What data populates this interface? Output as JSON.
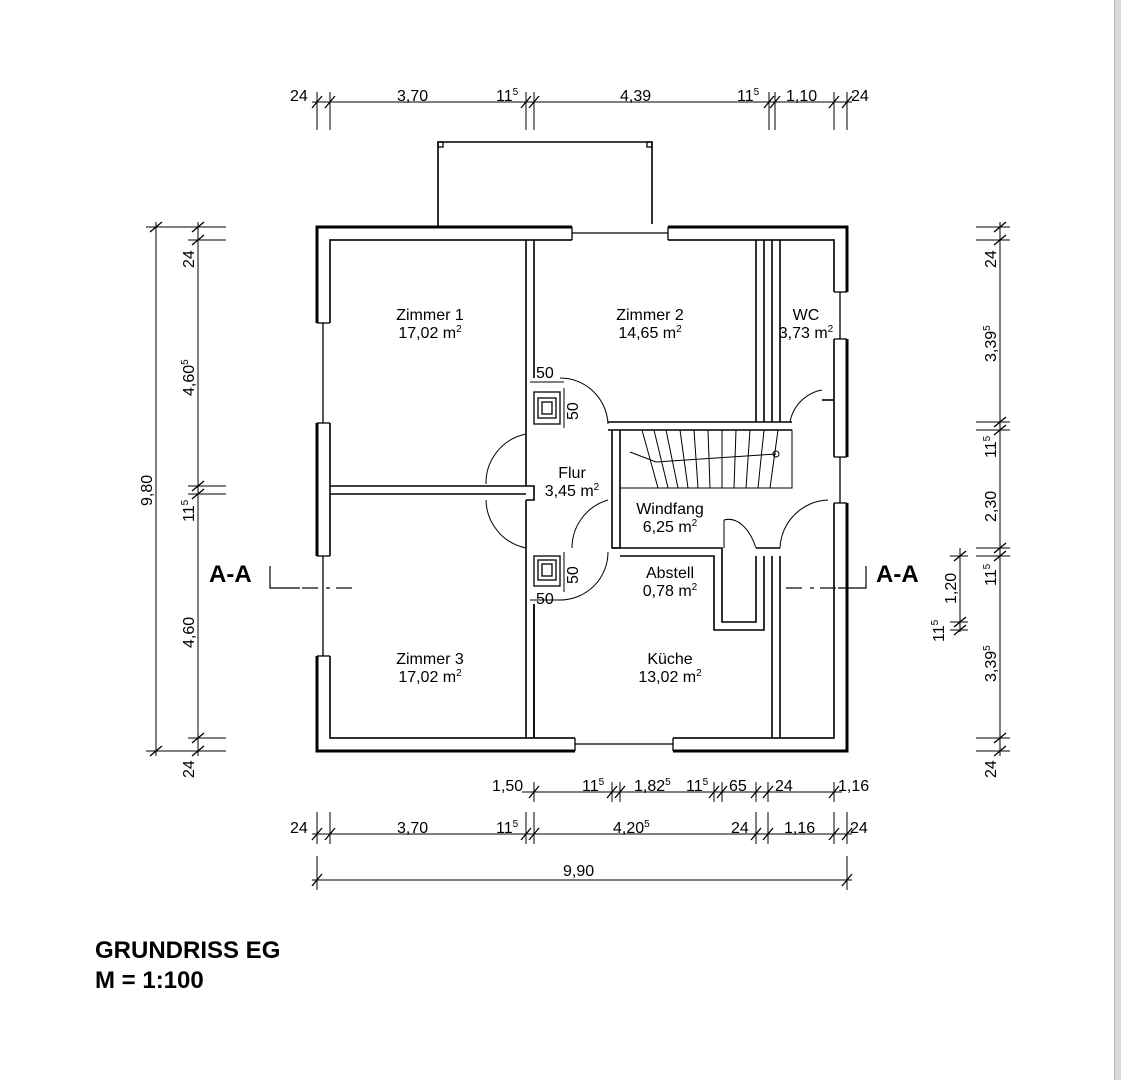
{
  "title": {
    "line1": "GRUNDRISS EG",
    "line2": "M = 1:100"
  },
  "section_marker": "A-A",
  "rooms": [
    {
      "id": "zimmer1",
      "name": "Zimmer 1",
      "area": "17,02 m",
      "unit_sup": "2"
    },
    {
      "id": "zimmer2",
      "name": "Zimmer 2",
      "area": "14,65 m",
      "unit_sup": "2"
    },
    {
      "id": "wc",
      "name": "WC",
      "area": "3,73 m",
      "unit_sup": "2"
    },
    {
      "id": "flur",
      "name": "Flur",
      "area": "3,45 m",
      "unit_sup": "2"
    },
    {
      "id": "windfang",
      "name": "Windfang",
      "area": "6,25 m",
      "unit_sup": "2"
    },
    {
      "id": "abstell",
      "name": "Abstell",
      "area": "0,78 m",
      "unit_sup": "2"
    },
    {
      "id": "zimmer3",
      "name": "Zimmer 3",
      "area": "17,02 m",
      "unit_sup": "2"
    },
    {
      "id": "kueche",
      "name": "Küche",
      "area": "13,02 m",
      "unit_sup": "2"
    }
  ],
  "chimney_labels": [
    "50",
    "50",
    "50",
    "50"
  ],
  "dims_top": [
    "24",
    "3,70",
    "11",
    "4,39",
    "11",
    "1,10",
    "24"
  ],
  "dims_bottom1": [
    "1,50",
    "11",
    "1,82",
    "11",
    "65",
    "24",
    "1,16"
  ],
  "dims_bottom2": [
    "24",
    "3,70",
    "11",
    "4,20",
    "24",
    "1,16",
    "24"
  ],
  "dims_bottom_total": "9,90",
  "dims_left": [
    "24",
    "4,60",
    "11",
    "4,60",
    "24"
  ],
  "dims_left_total": "9,80",
  "dims_right": [
    "24",
    "3,39",
    "11",
    "2,30",
    "11",
    "3,39",
    "24"
  ],
  "dims_right_inner": [
    "1,20",
    "11"
  ],
  "sup5": "5"
}
